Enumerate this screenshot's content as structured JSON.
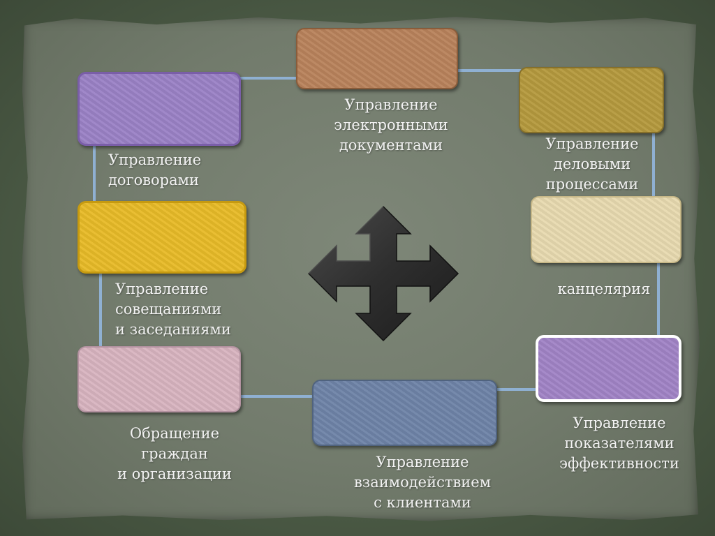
{
  "nodes": [
    {
      "id": "contracts",
      "lines": [
        "Управление",
        "договорами"
      ],
      "color": "#9b82c6",
      "border": "#7a5ea8"
    },
    {
      "id": "edoc",
      "lines": [
        "Управление",
        "электронными",
        "документами"
      ],
      "color": "#b9835c",
      "border": "#8a5c3a"
    },
    {
      "id": "bpm",
      "lines": [
        "Управление",
        "деловыми",
        "процессами"
      ],
      "color": "#b59a3e",
      "border": "#86702a"
    },
    {
      "id": "office",
      "lines": [
        "канцелярия"
      ],
      "color": "#e8dab0",
      "border": "#c7b888"
    },
    {
      "id": "kpi",
      "lines": [
        "Управление",
        "показателями",
        "эффективности"
      ],
      "color": "#a184c6",
      "border": "#ffffff"
    },
    {
      "id": "crm",
      "lines": [
        "Управление",
        "взаимодействием",
        "с клиентами"
      ],
      "color": "#6f84a8",
      "border": "#50637f"
    },
    {
      "id": "appeals",
      "lines": [
        "Обращение",
        "граждан",
        "и организации"
      ],
      "color": "#d8b4c0",
      "border": "#b392a0"
    },
    {
      "id": "meetings",
      "lines": [
        "Управление",
        "совещаниями",
        "и заседаниями"
      ],
      "color": "#e8bb28",
      "border": "#c69a10"
    }
  ],
  "colors": {
    "connector": "#8fb0d2",
    "arrow": "#2d2d2d"
  },
  "icons": {
    "center": "four-way-arrow-icon"
  }
}
